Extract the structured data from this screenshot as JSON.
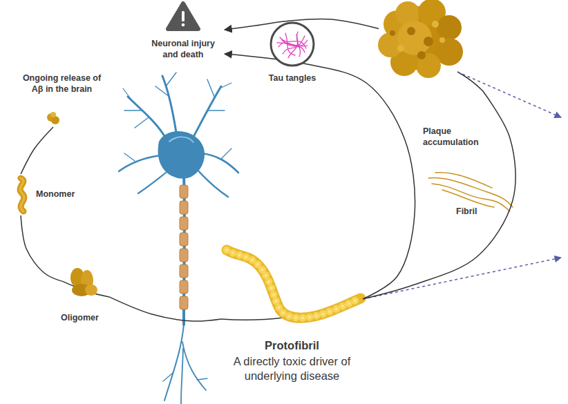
{
  "diagram": {
    "nodes": [
      {
        "text": [
          "Neuronal injury and death"
        ]
      },
      {
        "text": [
          "Tau tangles"
        ]
      },
      {
        "text": [
          "Ongoing release of Aβ in the brain"
        ]
      },
      {
        "text": [
          "Monomer"
        ]
      },
      {
        "text": [
          "Oligomer"
        ]
      },
      {
        "text": [
          "Protofibril",
          "A directly toxic driver of underlying disease"
        ]
      },
      {
        "text": [
          "Fibril"
        ]
      },
      {
        "text": [
          "Plaque accumulation"
        ]
      }
    ],
    "edges": [
      {
        "from": 2,
        "to": 3,
        "arrow": "none"
      },
      {
        "from": 3,
        "to": 4,
        "arrow": "none"
      },
      {
        "from": 4,
        "to": 5,
        "arrow": "none"
      },
      {
        "from": 5,
        "to": 7,
        "arrow": "none"
      },
      {
        "from": 7,
        "to": 0,
        "arrow": "to"
      },
      {
        "from": 5,
        "to": 0,
        "arrow": "to"
      }
    ]
  }
}
